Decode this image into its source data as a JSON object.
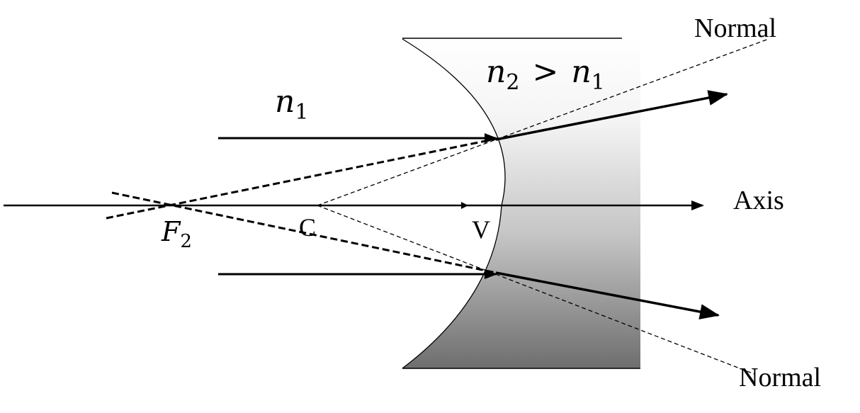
{
  "labels": {
    "normal_top": "Normal",
    "normal_bottom": "Normal",
    "axis": "Axis",
    "center": "C",
    "vertex": "V",
    "focal_symbol": "F",
    "focal_sub": "2",
    "n1_symbol": "n",
    "n1_sub": "1",
    "n2_symbol": "n",
    "n2_sub": "2",
    "gt": ">",
    "n1b_symbol": "n",
    "n1b_sub": "1"
  },
  "colors": {
    "ink": "#000000",
    "glass_light": "#ffffff",
    "glass_dark": "#6e6e6e"
  }
}
